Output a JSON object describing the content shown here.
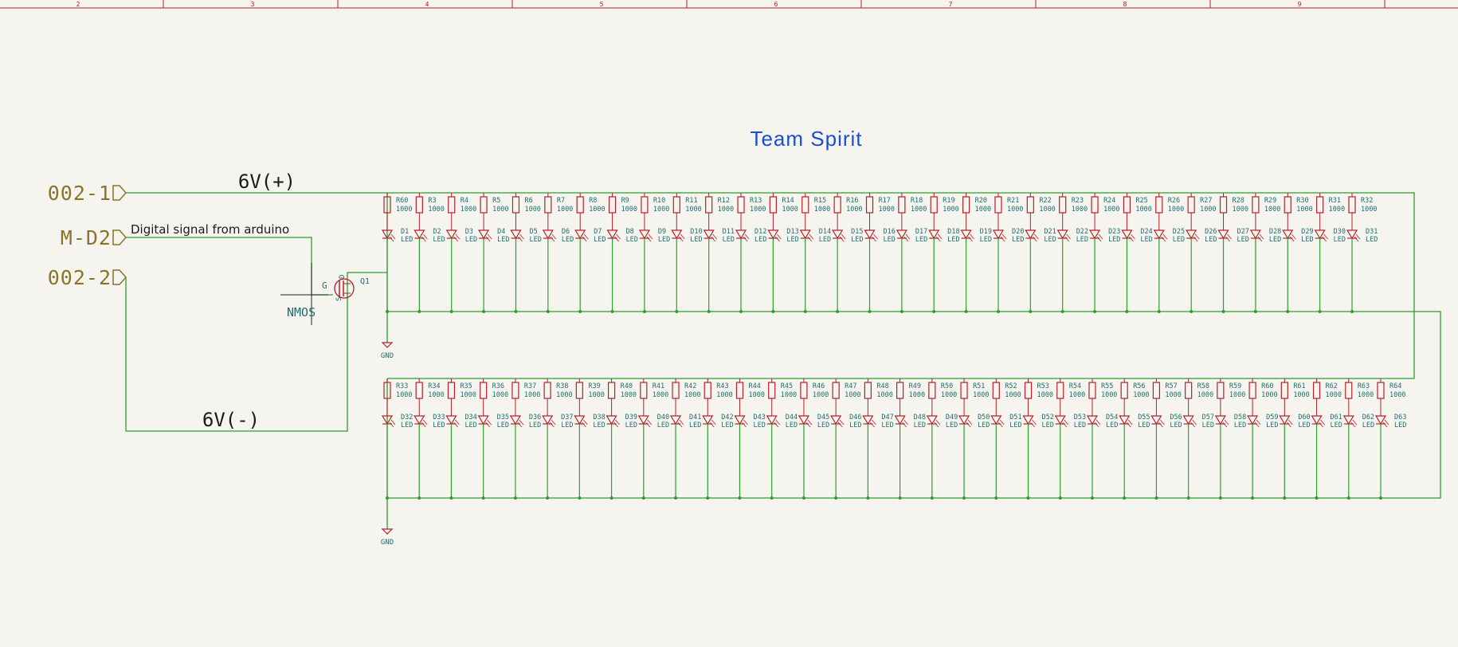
{
  "frame": {
    "column_numbers": [
      "2",
      "3",
      "4",
      "5",
      "6",
      "7",
      "8",
      "9"
    ]
  },
  "title": "Team Spirit",
  "ports": [
    {
      "id": "p1",
      "label": "002-1"
    },
    {
      "id": "p2",
      "label": "M-D2"
    },
    {
      "id": "p3",
      "label": "002-2"
    }
  ],
  "net_labels": {
    "pos": "6V(+)",
    "neg": "6V(-)",
    "signal": "Digital signal from arduino"
  },
  "transistor": {
    "ref": "Q1",
    "value": "NMOS",
    "pins": {
      "gate": "G",
      "source": "S",
      "drain": "D"
    }
  },
  "ground_label": "GND",
  "resistor_value": "1000",
  "led_value": "LED",
  "row1": {
    "resistors": [
      "R60",
      "R3",
      "R4",
      "R5",
      "R6",
      "R7",
      "R8",
      "R9",
      "R10",
      "R11",
      "R12",
      "R13",
      "R14",
      "R15",
      "R16",
      "R17",
      "R18",
      "R19",
      "R20",
      "R21",
      "R22",
      "R23",
      "R24",
      "R25",
      "R26",
      "R27",
      "R28",
      "R29",
      "R30",
      "R31",
      "R32"
    ],
    "leds": [
      "D1",
      "D2",
      "D3",
      "D4",
      "D5",
      "D6",
      "D7",
      "D8",
      "D9",
      "D10",
      "D11",
      "D12",
      "D13",
      "D14",
      "D15",
      "D16",
      "D17",
      "D18",
      "D19",
      "D20",
      "D21",
      "D22",
      "D23",
      "D24",
      "D25",
      "D26",
      "D27",
      "D28",
      "D29",
      "D30",
      "D31"
    ]
  },
  "row2": {
    "resistors": [
      "R33",
      "R34",
      "R35",
      "R36",
      "R37",
      "R38",
      "R39",
      "R40",
      "R41",
      "R42",
      "R43",
      "R44",
      "R45",
      "R46",
      "R47",
      "R48",
      "R49",
      "R50",
      "R51",
      "R52",
      "R53",
      "R54",
      "R55",
      "R56",
      "R57",
      "R58",
      "R59",
      "R60",
      "R61",
      "R62",
      "R63",
      "R64"
    ],
    "leds": [
      "D32",
      "D33",
      "D34",
      "D35",
      "D36",
      "D37",
      "D38",
      "D39",
      "D40",
      "D41",
      "D42",
      "D43",
      "D44",
      "D45",
      "D46",
      "D47",
      "D48",
      "D49",
      "D50",
      "D51",
      "D52",
      "D53",
      "D54",
      "D55",
      "D56",
      "D57",
      "D58",
      "D59",
      "D60",
      "D61",
      "D62",
      "D63"
    ]
  },
  "colors": {
    "wire": "#2f9e2f",
    "component": "#b5202a",
    "ref_text": "#1f6f72",
    "port": "#8a7429",
    "title": "#1a4fd0",
    "net_text": "#1a1a1a",
    "frame": "#b5202a"
  }
}
